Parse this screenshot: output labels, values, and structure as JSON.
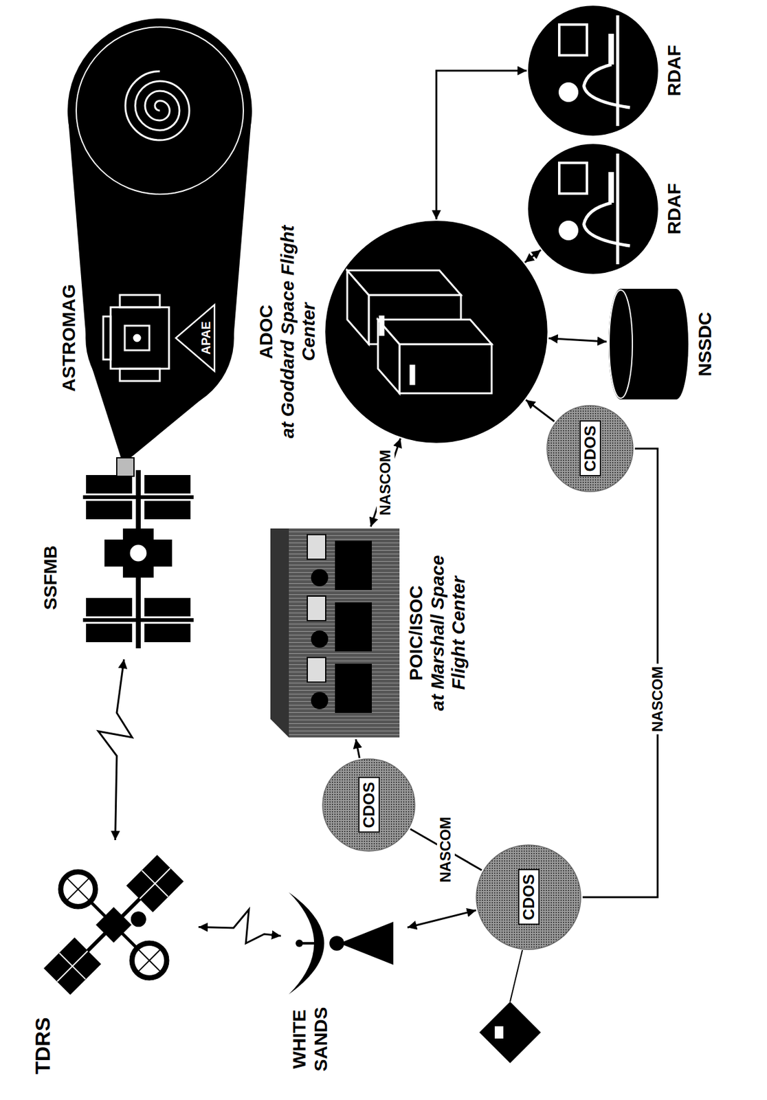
{
  "diagram": {
    "nodes": [
      {
        "text": [
          "TDRS"
        ]
      },
      {
        "text": [
          "SSFMB"
        ]
      },
      {
        "text": [
          "ASTROMAG"
        ]
      },
      {
        "text": [
          "APAE"
        ],
        "in": 2
      },
      {
        "text": [
          "WHITE SANDS"
        ]
      },
      {
        "text": [
          "CDOS"
        ]
      },
      {
        "text": [
          "CDOS"
        ]
      },
      {
        "text": [
          "POIC/ISOC",
          "at Marshall Space Flight Center"
        ]
      },
      {
        "text": [
          "CDOS"
        ]
      },
      {
        "text": [
          "ADOC",
          "at Goddard Space Flight Center"
        ]
      },
      {
        "text": [
          "NSSDC"
        ]
      },
      {
        "text": [
          "RDAF"
        ]
      },
      {
        "text": [
          "RDAF"
        ]
      }
    ],
    "edges": [
      {
        "from": 0,
        "to": 1,
        "arrow": "both"
      },
      {
        "from": 0,
        "to": 4,
        "arrow": "both"
      },
      {
        "from": 4,
        "to": 5,
        "arrow": "both"
      },
      {
        "from": 5,
        "to": 6,
        "label": "NASCOM",
        "arrow": "none"
      },
      {
        "from": 6,
        "to": 7,
        "arrow": "to"
      },
      {
        "from": 7,
        "to": 9,
        "label": "NASCOM",
        "arrow": "both"
      },
      {
        "from": 5,
        "to": 8,
        "label": "NASCOM",
        "arrow": "none"
      },
      {
        "from": 8,
        "to": 9,
        "arrow": "to"
      },
      {
        "from": 9,
        "to": 10,
        "arrow": "both"
      },
      {
        "from": 9,
        "to": 11,
        "arrow": "both"
      },
      {
        "from": 9,
        "to": 12,
        "arrow": "both"
      }
    ]
  }
}
